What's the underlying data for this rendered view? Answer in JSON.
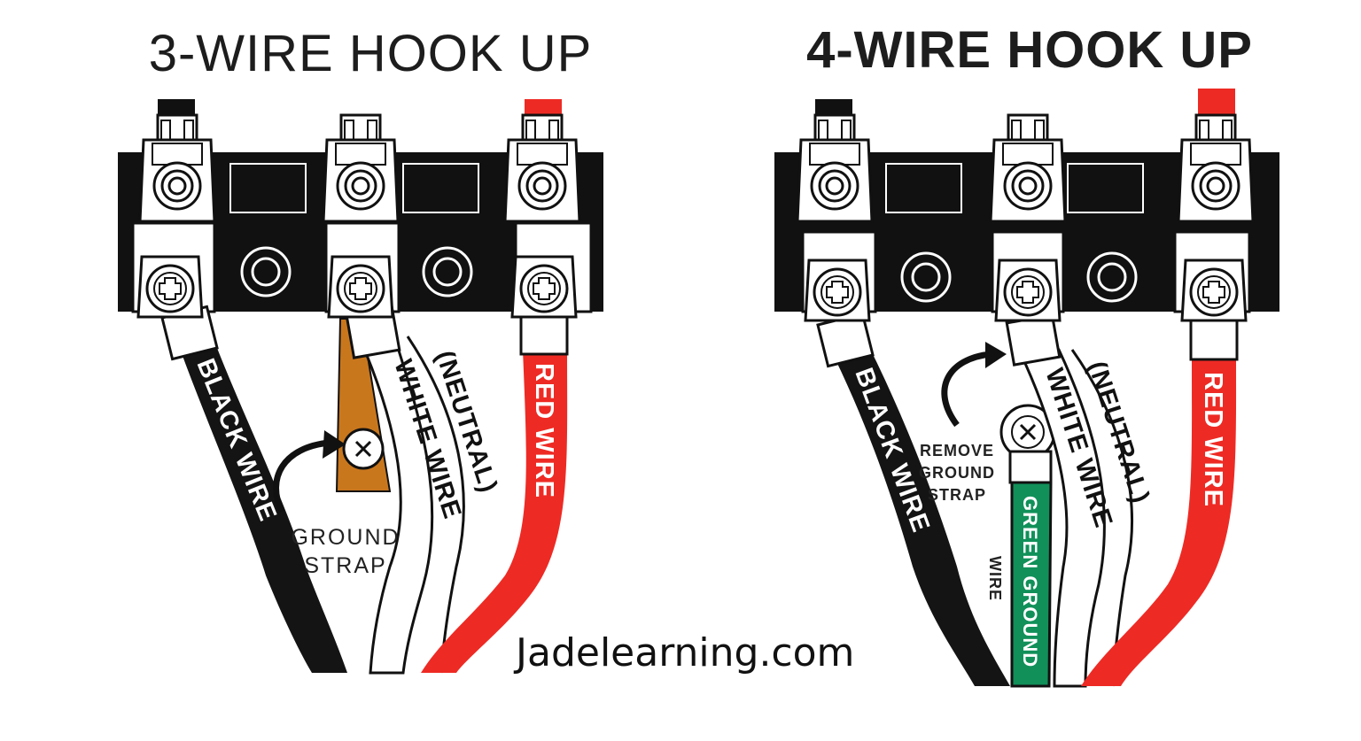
{
  "colors": {
    "black_wire": "#141414",
    "red_wire": "#ee2a24",
    "green_wire": "#11905a",
    "ground_strap": "#c9771d",
    "terminal_block": "#111111"
  },
  "left_diagram": {
    "title": "3-WIRE HOOK UP",
    "black_wire_label": "BLACK WIRE",
    "white_wire_label": "WHITE WIRE",
    "neutral_label": "(NEUTRAL)",
    "red_wire_label": "RED WIRE",
    "ground_strap_line1": "GROUND",
    "ground_strap_line2": "STRAP"
  },
  "right_diagram": {
    "title": "4-WIRE HOOK UP",
    "black_wire_label": "BLACK WIRE",
    "white_wire_label": "WHITE WIRE",
    "neutral_label": "(NEUTRAL)",
    "red_wire_label": "RED WIRE",
    "green_wire_label": "GREEN GROUND",
    "green_wire_label2": "WIRE",
    "remove_strap_line1": "REMOVE",
    "remove_strap_line2": "GROUND",
    "remove_strap_line3": "STRAP"
  },
  "credit": "Jadelearning.com"
}
